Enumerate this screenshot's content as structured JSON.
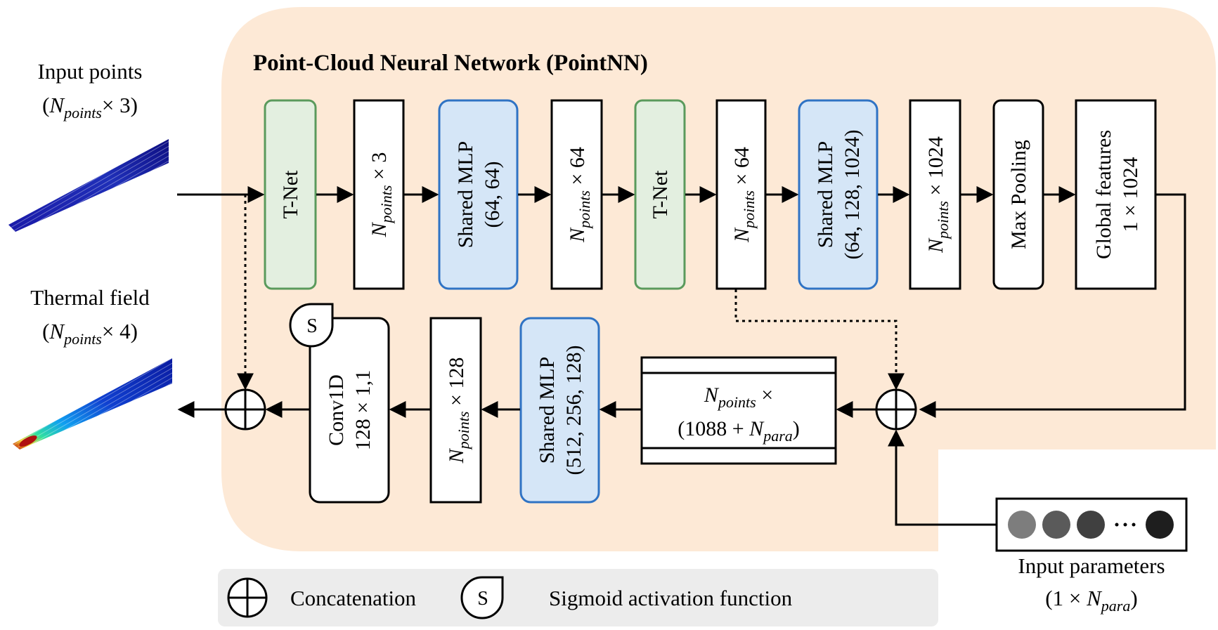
{
  "title": "Point-Cloud Neural Network (PointNN)",
  "inputs": {
    "points_label": "Input points",
    "points_shape": {
      "pre": "(",
      "var": "N",
      "sub": "points",
      "post": "× 3)"
    },
    "thermal_label": "Thermal field",
    "thermal_shape": {
      "pre": "(",
      "var": "N",
      "sub": "points",
      "post": "× 4)"
    },
    "params_label": "Input parameters",
    "params_shape": {
      "pre": "(1 × ",
      "var": "N",
      "sub": "para",
      "post": ")"
    }
  },
  "blocks": {
    "tnet1": "T-Net",
    "feat1": {
      "var": "N",
      "sub": "points",
      "post": " × 3"
    },
    "mlp1": {
      "line1": "Shared MLP",
      "line2": "(64, 64)"
    },
    "feat2": {
      "var": "N",
      "sub": "points",
      "post": " × 64"
    },
    "tnet2": "T-Net",
    "feat3": {
      "var": "N",
      "sub": "points",
      "post": " × 64"
    },
    "mlp2": {
      "line1": "Shared MLP",
      "line2": "(64, 128, 1024)"
    },
    "feat4": {
      "var": "N",
      "sub": "points",
      "post": " × 1024"
    },
    "maxpool": "Max Pooling",
    "global": {
      "line1": "Global features",
      "line2": "1 × 1024"
    },
    "concat_feat": {
      "var": "N",
      "sub": "points",
      "post": " ×",
      "line2_pre": "(1088 + ",
      "line2_var": "N",
      "line2_sub": "para",
      "line2_post": ")"
    },
    "mlp3": {
      "line1": "Shared MLP",
      "line2": "(512, 256, 128)"
    },
    "feat5": {
      "var": "N",
      "sub": "points",
      "post": " × 128"
    },
    "conv": {
      "line1": "Conv1D",
      "line2": "128 × 1,1"
    },
    "sigmoid_badge": "S"
  },
  "legend": {
    "concat_label": "Concatenation",
    "sigmoid_symbol": "S",
    "sigmoid_label": "Sigmoid activation function"
  },
  "colors": {
    "background_panel": "#fde9d6",
    "tnet_fill": "#e3efe0",
    "tnet_stroke": "#5a9a5c",
    "mlp_fill": "#d5e6f7",
    "mlp_stroke": "#2f73c4",
    "legend_fill": "#ececec"
  }
}
